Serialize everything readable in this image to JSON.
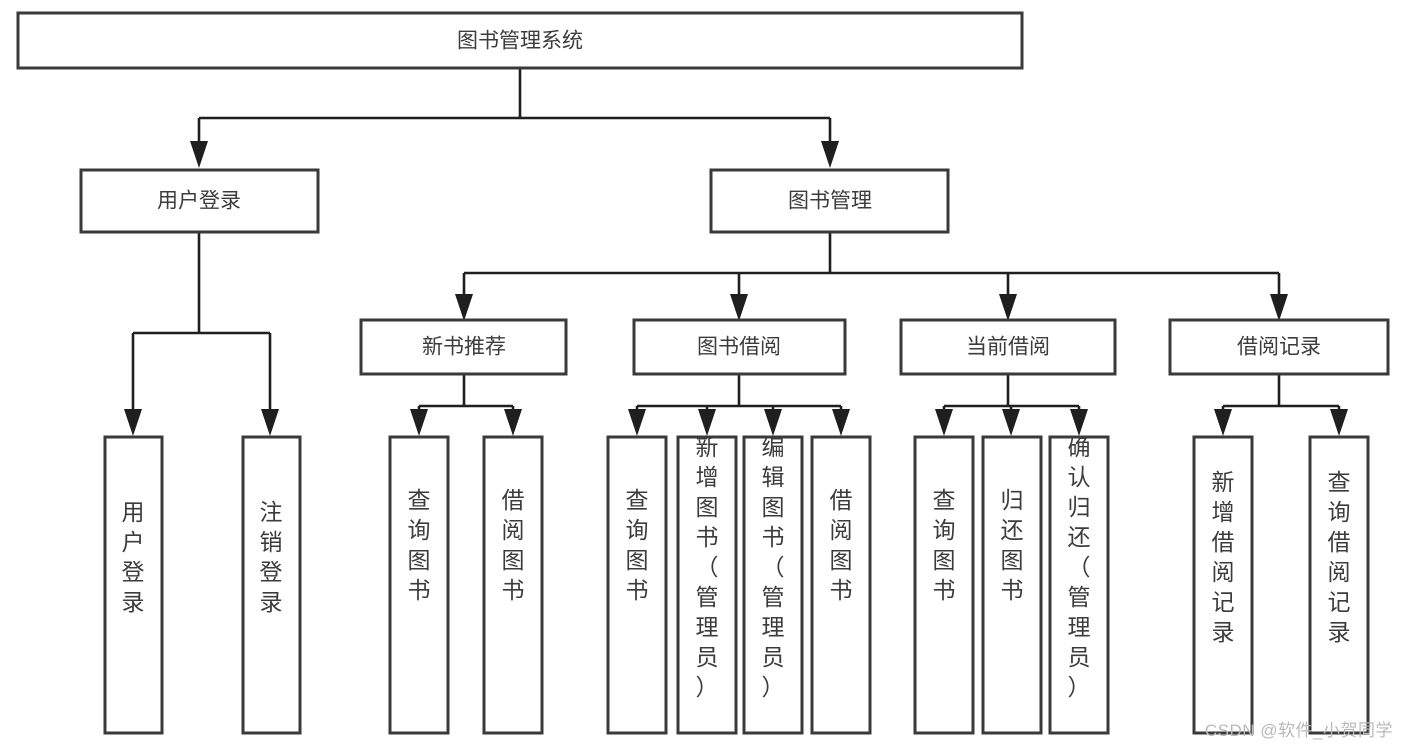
{
  "diagram": {
    "title": "图书管理系统",
    "type": "tree-hierarchy-diagram",
    "colors": {
      "box_border": "#3a3a3a",
      "edge": "#1f1f1f",
      "text": "#3c3c3c",
      "background": "#ffffff",
      "watermark": "#b9b9b9"
    },
    "root": {
      "label": "图书管理系统"
    },
    "level2": [
      {
        "label": "用户登录"
      },
      {
        "label": "图书管理"
      }
    ],
    "level3": [
      {
        "label": "新书推荐"
      },
      {
        "label": "图书借阅"
      },
      {
        "label": "当前借阅"
      },
      {
        "label": "借阅记录"
      }
    ],
    "leaves": {
      "user_login": [
        {
          "label": "用户登录"
        },
        {
          "label": "注销登录"
        }
      ],
      "new_book_recommend": [
        {
          "label": "查询图书"
        },
        {
          "label": "借阅图书"
        }
      ],
      "book_borrow": [
        {
          "label": "查询图书"
        },
        {
          "label": "新增图书（管理员）"
        },
        {
          "label": "编辑图书（管理员）"
        },
        {
          "label": "借阅图书"
        }
      ],
      "current_borrow": [
        {
          "label": "查询图书"
        },
        {
          "label": "归还图书"
        },
        {
          "label": "确认归还（管理员）"
        }
      ],
      "borrow_record": [
        {
          "label": "新增借阅记录"
        },
        {
          "label": "查询借阅记录"
        }
      ]
    }
  },
  "watermark": {
    "text": "CSDN @软件_小贺同学"
  }
}
